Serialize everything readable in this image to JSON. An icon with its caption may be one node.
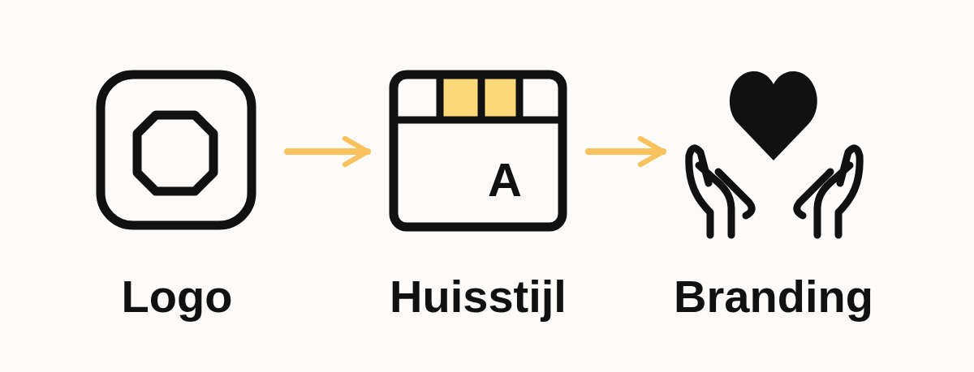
{
  "diagram": {
    "nodes": [
      {
        "text": [
          "Logo"
        ]
      },
      {
        "text": [
          "A",
          "Huisstijl"
        ]
      },
      {
        "text": [
          "Branding"
        ]
      }
    ],
    "edges": [
      {
        "from": 0,
        "to": 1,
        "arrow": "to"
      },
      {
        "from": 1,
        "to": 2,
        "arrow": "to"
      }
    ]
  }
}
